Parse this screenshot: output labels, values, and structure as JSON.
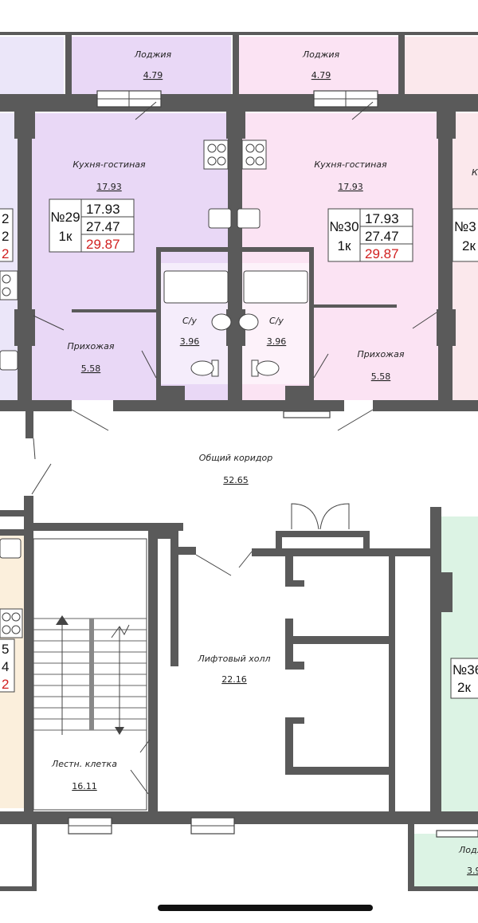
{
  "colors": {
    "apt29": "#e9d8f6",
    "apt30": "#fbe3f3",
    "apt_left": "#ebe6f9",
    "apt_right": "#fbe8ec",
    "apt_bottom_right": "#dcf3e4",
    "apt_bottom_left": "#fbefdc",
    "wall": "#5a5a5a",
    "red_text": "#d12020"
  },
  "rooms": {
    "loggia_29": {
      "name": "Лоджия",
      "area": "4.79"
    },
    "loggia_30": {
      "name": "Лоджия",
      "area": "4.79"
    },
    "kitchen_29": {
      "name": "Кухня-гостиная",
      "area": "17.93"
    },
    "kitchen_30": {
      "name": "Кухня-гостиная",
      "area": "17.93"
    },
    "bath_29": {
      "name": "С/у",
      "area": "3.96"
    },
    "bath_30": {
      "name": "С/у",
      "area": "3.96"
    },
    "hall_29": {
      "name": "Прихожая",
      "area": "5.58"
    },
    "hall_30": {
      "name": "Прихожая",
      "area": "5.58"
    },
    "corridor": {
      "name": "Общий коридор",
      "area": "52.65"
    },
    "elevator_hall": {
      "name": "Лифтовый холл",
      "area": "22.16"
    },
    "stairs": {
      "name": "Лестн. клетка",
      "area": "16.11"
    }
  },
  "apartments": {
    "a29": {
      "number": "№29",
      "rooms": "1к",
      "living": "17.93",
      "total": "27.47",
      "full": "29.87"
    },
    "a30": {
      "number": "№30",
      "rooms": "1к",
      "living": "17.93",
      "total": "27.47",
      "full": "29.87"
    }
  },
  "cutoff": {
    "left_upper": [
      "2",
      "2",
      "2"
    ],
    "left_lower": [
      "5",
      "4",
      "2"
    ],
    "right_upper_number": "№3",
    "right_upper_rooms": "2к",
    "right_upper_label": "К",
    "right_lower_number": "№36",
    "right_lower_rooms": "2к",
    "right_lower_loggia": "Лодж",
    "right_lower_area": "3.9"
  }
}
